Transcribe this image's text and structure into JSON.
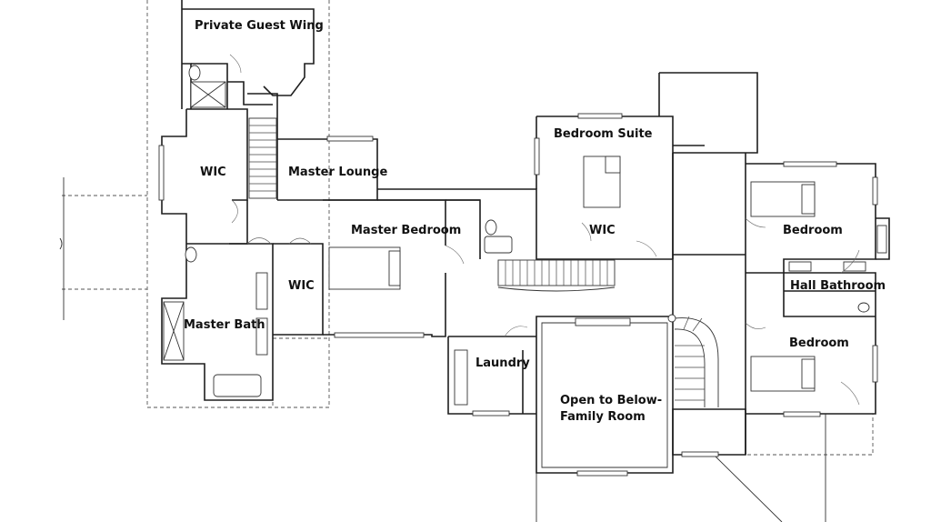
{
  "rooms": {
    "private_guest_wing": "Private Guest Wing",
    "wic_upper": "WIC",
    "master_lounge": "Master Lounge",
    "master_bedroom": "Master Bedroom",
    "wic_master": "WIC",
    "master_bath": "Master Bath",
    "bedroom_suite": "Bedroom Suite",
    "wic_suite": "WIC",
    "laundry": "Laundry",
    "open_to_below_line1": "Open to Below-",
    "open_to_below_line2": "Family Room",
    "bedroom_upper_right": "Bedroom",
    "hall_bathroom": "Hall Bathroom",
    "bedroom_lower_right": "Bedroom"
  }
}
